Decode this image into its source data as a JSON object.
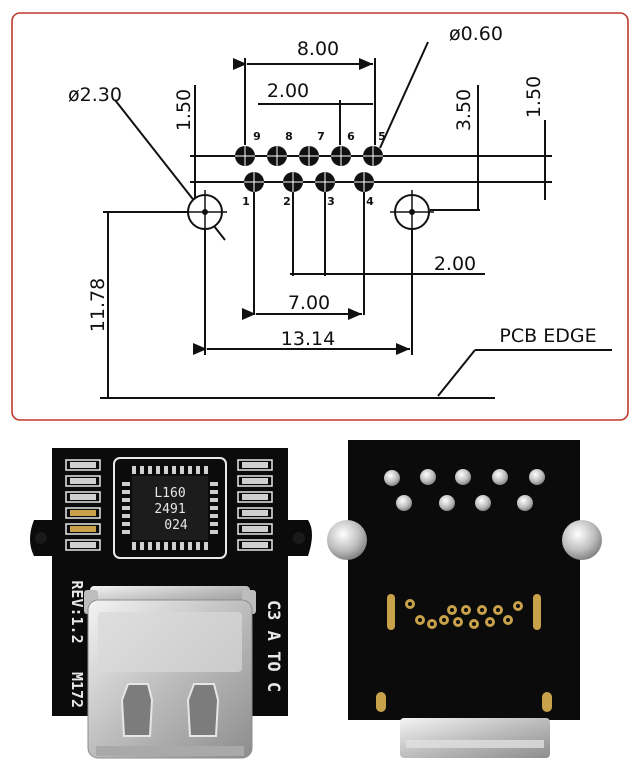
{
  "drawing": {
    "dim_overall_width": "8.00",
    "dim_pin_diameter": "ø0.60",
    "dim_mount_hole_diameter": "ø2.30",
    "dim_row_offset_left": "1.50",
    "dim_pin_pitch_top": "2.00",
    "dim_row_to_hole": "3.50",
    "dim_row_offset_right": "1.50",
    "dim_pin_pitch_bottom": "2.00",
    "dim_bottom_row_span": "7.00",
    "dim_hole_spacing": "13.14",
    "dim_depth_to_edge": "11.78",
    "edge_label": "PCB EDGE",
    "top_row_pins": [
      "9",
      "8",
      "7",
      "6",
      "5"
    ],
    "bottom_row_pins": [
      "1",
      "2",
      "3",
      "4"
    ],
    "colors": {
      "frame": "#c0392b",
      "line": "#111111",
      "pcb": "#0b0b0b",
      "silk": "#e8e8e8",
      "metal": "#cfcfcf",
      "gold": "#c8a24a"
    }
  },
  "photo_front": {
    "chip_marking": [
      "L160",
      "2491",
      "024"
    ],
    "silk_left": "REV:1.2",
    "silk_left_bottom": "M172",
    "silk_right": "C3 A TO C"
  }
}
